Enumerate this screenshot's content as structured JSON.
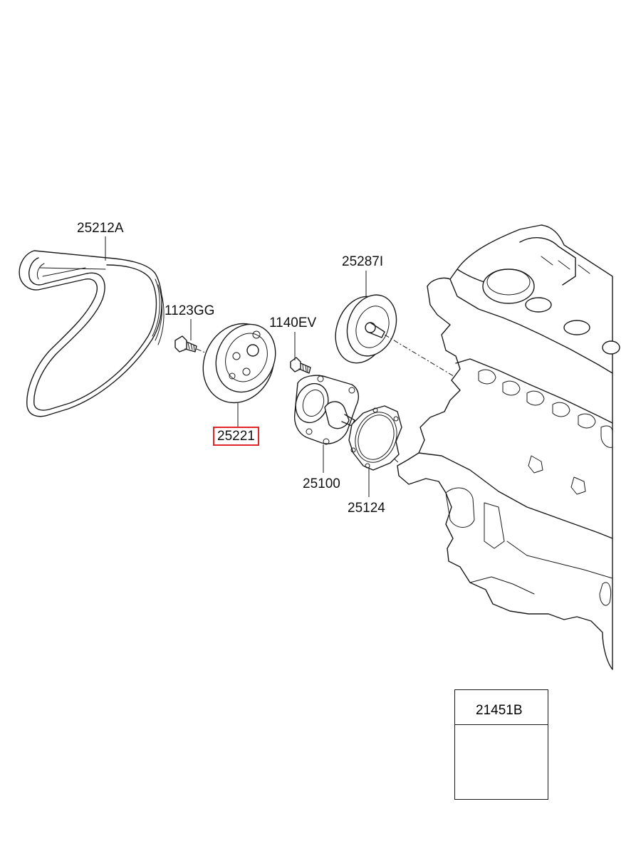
{
  "diagram": {
    "parts": [
      {
        "id": "belt",
        "label": "25212A"
      },
      {
        "id": "bolt-a",
        "label": "1123GG"
      },
      {
        "id": "bolt-b",
        "label": "1140EV"
      },
      {
        "id": "idler",
        "label": "25287I"
      },
      {
        "id": "pulley",
        "label": "25221",
        "highlighted": true
      },
      {
        "id": "pump",
        "label": "25100"
      },
      {
        "id": "gasket",
        "label": "25124"
      }
    ],
    "ref_box": {
      "label": "21451B"
    },
    "highlight_color": "#e0262b"
  }
}
